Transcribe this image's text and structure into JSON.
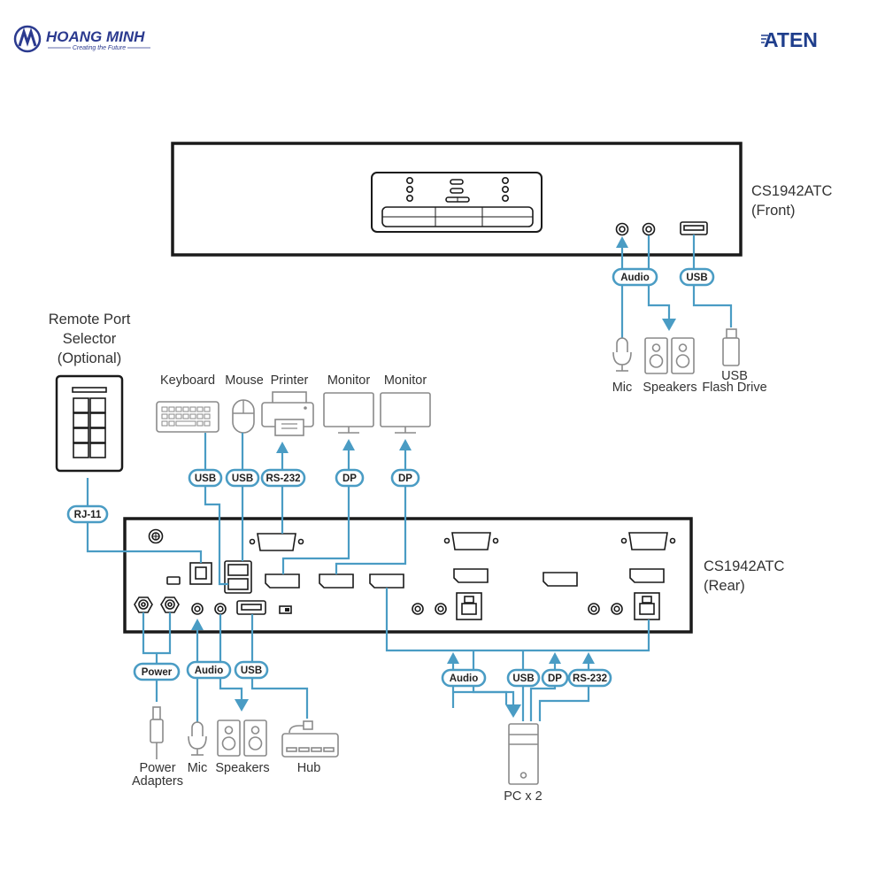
{
  "header": {
    "left_logo": {
      "name": "HOANG MINH",
      "tagline": "Creating the Future",
      "color": "#2b3a8f"
    },
    "right_logo": {
      "name": "ATEN",
      "color": "#1f3e8c"
    }
  },
  "colors": {
    "cable": "#4a9cc4",
    "device_outline": "#1a1a1a",
    "peripheral_outline": "#8a8a8a",
    "text": "#333333"
  },
  "front_unit": {
    "model": "CS1942ATC",
    "side": "(Front)"
  },
  "rear_unit": {
    "model": "CS1942ATC",
    "side": "(Rear)"
  },
  "remote_selector": {
    "line1": "Remote Port",
    "line2": "Selector",
    "line3": "(Optional)",
    "connector": "RJ-11"
  },
  "front_connections": {
    "audio_label": "Audio",
    "usb_label": "USB",
    "mic": "Mic",
    "speakers": "Speakers",
    "usb_drive_line1": "USB",
    "usb_drive_line2": "Flash Drive"
  },
  "top_peripherals": [
    {
      "name": "Keyboard",
      "connector": "USB"
    },
    {
      "name": "Mouse",
      "connector": "USB"
    },
    {
      "name": "Printer",
      "connector": "RS-232"
    },
    {
      "name": "Monitor",
      "connector": "DP"
    },
    {
      "name": "Monitor",
      "connector": "DP"
    }
  ],
  "bottom_left": {
    "power_label": "Power",
    "audio_label": "Audio",
    "usb_label": "USB",
    "power_adapters_line1": "Power",
    "power_adapters_line2": "Adapters",
    "mic": "Mic",
    "speakers": "Speakers",
    "hub": "Hub"
  },
  "pc_connections": {
    "labels": [
      "Audio",
      "USB",
      "DP",
      "RS-232"
    ],
    "pc": "PC x 2"
  }
}
